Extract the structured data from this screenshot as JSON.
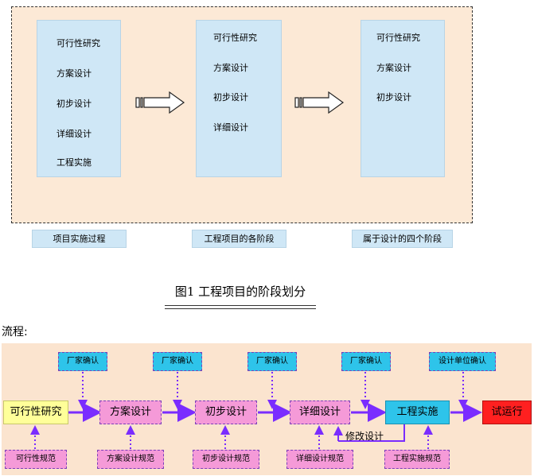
{
  "top": {
    "columns": [
      {
        "items": [
          "可行性研究",
          "方案设计",
          "初步设计",
          "详细设计",
          "工程实施"
        ]
      },
      {
        "items": [
          "可行性研究",
          "方案设计",
          "初步设计",
          "详细设计"
        ]
      },
      {
        "items": [
          "可行性研究",
          "方案设计",
          "初步设计"
        ]
      }
    ],
    "captions": [
      "项目实施过程",
      "工程项目的各阶段",
      "属于设计的四个阶段"
    ]
  },
  "figure_title": "图1  工程项目的阶段划分",
  "flow_label": "流程:",
  "flow": {
    "steps": [
      "可行性研究",
      "方案设计",
      "初步设计",
      "详细设计",
      "工程实施",
      "试运行"
    ],
    "confirms": [
      "厂家确认",
      "厂家确认",
      "厂家确认",
      "厂家确认",
      "设计单位确认"
    ],
    "norms": [
      "可行性规范",
      "方案设计规范",
      "初步设计规范",
      "详细设计规范",
      "工程实施规范"
    ],
    "revise": "修改设计"
  },
  "colors": {
    "frame_bg": "#fce9d6",
    "column_bg": "#cfe7f6",
    "step_yellow": "#ffff99",
    "step_pink": "#f59ad8",
    "step_cyan": "#2ec4ea",
    "step_red": "#ff2020",
    "arrow": "#7a2cff"
  }
}
